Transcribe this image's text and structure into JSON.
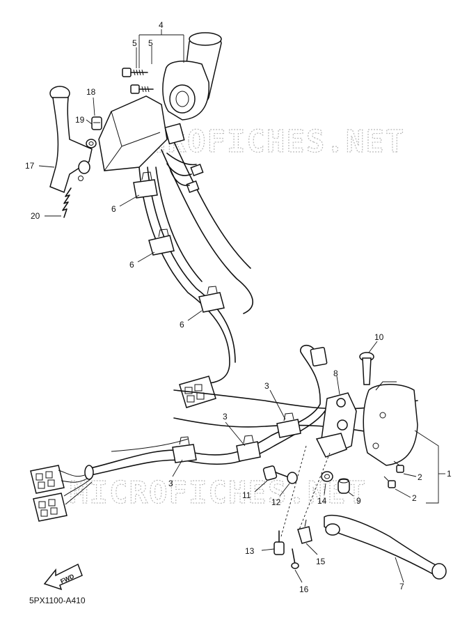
{
  "watermark": "MICROFICHES.NET",
  "diagram_code": "5PX1100-A410",
  "fwd_label": "FWD",
  "callouts": {
    "c1": "1",
    "c2a": "2",
    "c2b": "2",
    "c3a": "3",
    "c3b": "3",
    "c3c": "3",
    "c4": "4",
    "c5a": "5",
    "c5b": "5",
    "c6a": "6",
    "c6b": "6",
    "c6c": "6",
    "c7": "7",
    "c8": "8",
    "c9": "9",
    "c10": "10",
    "c11": "11",
    "c12": "12",
    "c13": "13",
    "c14": "14",
    "c15": "15",
    "c16": "16",
    "c17": "17",
    "c18": "18",
    "c19": "19",
    "c20": "20"
  }
}
